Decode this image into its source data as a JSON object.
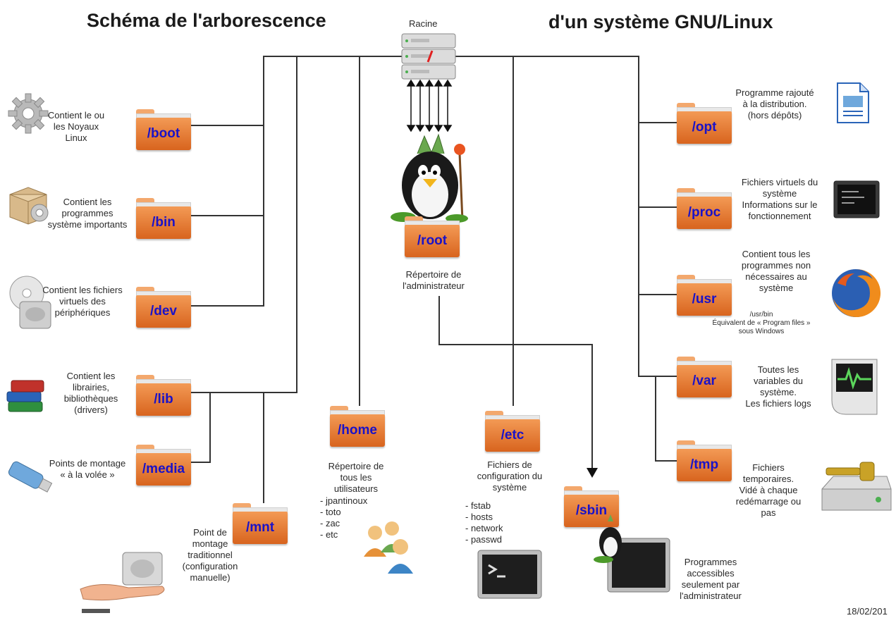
{
  "header": {
    "title_left": "Schéma de l'arborescence",
    "title_right": "d'un système GNU/Linux"
  },
  "root": {
    "server_label": "Racine",
    "folder": "/root",
    "description": [
      "Répertoire de",
      "l'administrateur"
    ]
  },
  "left_folders": {
    "boot": {
      "folder": "/boot",
      "description": [
        "Contient le ou",
        "les Noyaux",
        "Linux"
      ],
      "icon": "gear-icon"
    },
    "bin": {
      "folder": "/bin",
      "description": [
        "Contient les",
        "programmes",
        "système importants"
      ],
      "icon": "package-icon"
    },
    "dev": {
      "folder": "/dev",
      "description": [
        "Contient les fichiers",
        "virtuels des",
        "périphériques"
      ],
      "icon": "disc-drive-icon"
    },
    "lib": {
      "folder": "/lib",
      "description": [
        "Contient les",
        "librairies,",
        "bibliothèques",
        "(drivers)"
      ],
      "icon": "books-icon"
    },
    "media": {
      "folder": "/media",
      "description": [
        "Points de montage",
        "« à la volée »"
      ],
      "icon": "usb-stick-icon"
    },
    "mnt": {
      "folder": "/mnt",
      "description": [
        "Point de",
        "montage",
        "traditionnel",
        "(configuration",
        "manuelle)"
      ],
      "icon": "hand-disk-icon"
    }
  },
  "center_folders": {
    "home": {
      "folder": "/home",
      "description": [
        "Répertoire de",
        "tous les",
        "utilisateurs"
      ],
      "items": [
        "- jpantinoux",
        "- toto",
        "- zac",
        "- etc"
      ],
      "icon": "users-icon"
    },
    "etc": {
      "folder": "/etc",
      "description": [
        "Fichiers de",
        "configuration du",
        "système"
      ],
      "items": [
        "- fstab",
        "- hosts",
        "- network",
        "- passwd"
      ],
      "icon": "terminal-icon"
    },
    "sbin": {
      "folder": "/sbin",
      "description": [
        "Programmes",
        "accessibles",
        "seulement par",
        "l'administrateur"
      ],
      "icon": "admin-terminal-icon"
    }
  },
  "right_folders": {
    "opt": {
      "folder": "/opt",
      "description": [
        "Programme rajouté",
        "à la distribution.",
        "(hors dépôts)"
      ],
      "icon": "document-icon"
    },
    "proc": {
      "folder": "/proc",
      "description": [
        "Fichiers virtuels du",
        "système",
        "Informations sur le",
        "fonctionnement"
      ],
      "icon": "monitor-icon"
    },
    "usr": {
      "folder": "/usr",
      "description": [
        "Contient tous les",
        "programmes non",
        "nécessaires au",
        "système"
      ],
      "note": [
        "/usr/bin",
        "Équivalent de « Program files »",
        "sous Windows"
      ],
      "icon": "firefox-icon"
    },
    "var": {
      "folder": "/var",
      "description": [
        "Toutes les",
        "variables du",
        "système.",
        "Les fichiers logs"
      ],
      "icon": "activity-monitor-icon"
    },
    "tmp": {
      "folder": "/tmp",
      "description": [
        "Fichiers",
        "temporaires.",
        "Vidé à chaque",
        "redémarrage ou",
        "pas"
      ],
      "icon": "drive-key-icon"
    }
  },
  "footer": {
    "date": "18/02/201"
  },
  "colors": {
    "folder_top": "#f39a55",
    "folder_bottom": "#d8641e",
    "folder_label": "#1a12c8",
    "line": "#333333"
  }
}
